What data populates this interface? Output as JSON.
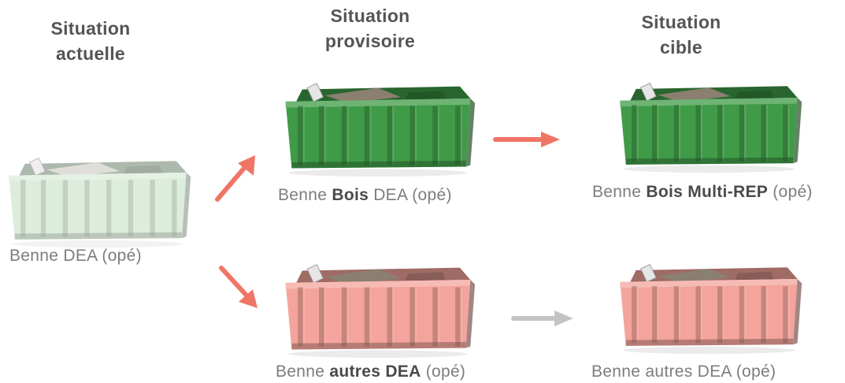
{
  "headings": {
    "actuelle": [
      "Situation",
      "actuelle"
    ],
    "provisoire": [
      "Situation",
      "provisoire"
    ],
    "cible": [
      "Situation",
      "cible"
    ]
  },
  "captions": {
    "actuelle": {
      "pre": "Benne DEA (opé)",
      "bold": "",
      "post": ""
    },
    "bois_provisoire": {
      "pre": "Benne ",
      "bold": "Bois",
      "post": " DEA (opé)"
    },
    "bois_cible": {
      "pre": "Benne ",
      "bold": "Bois Multi-REP",
      "post": " (opé)"
    },
    "autres_provisoire": {
      "pre": "Benne ",
      "bold": "autres DEA",
      "post": " (opé)"
    },
    "autres_cible": {
      "pre": "Benne autres DEA (opé)",
      "bold": "",
      "post": ""
    }
  },
  "colors": {
    "heading_text": "#555555",
    "caption_text": "#7d7d7d",
    "bin_pale_green": "#c9e3c9",
    "bin_green": "#3f9b47",
    "bin_pink": "#f4a49c",
    "arrow_coral": "#f07566",
    "arrow_gray": "#c4c4c4"
  },
  "icons": {
    "bin": "dumpster-bin-icon",
    "arrow": "arrow-right-icon"
  }
}
